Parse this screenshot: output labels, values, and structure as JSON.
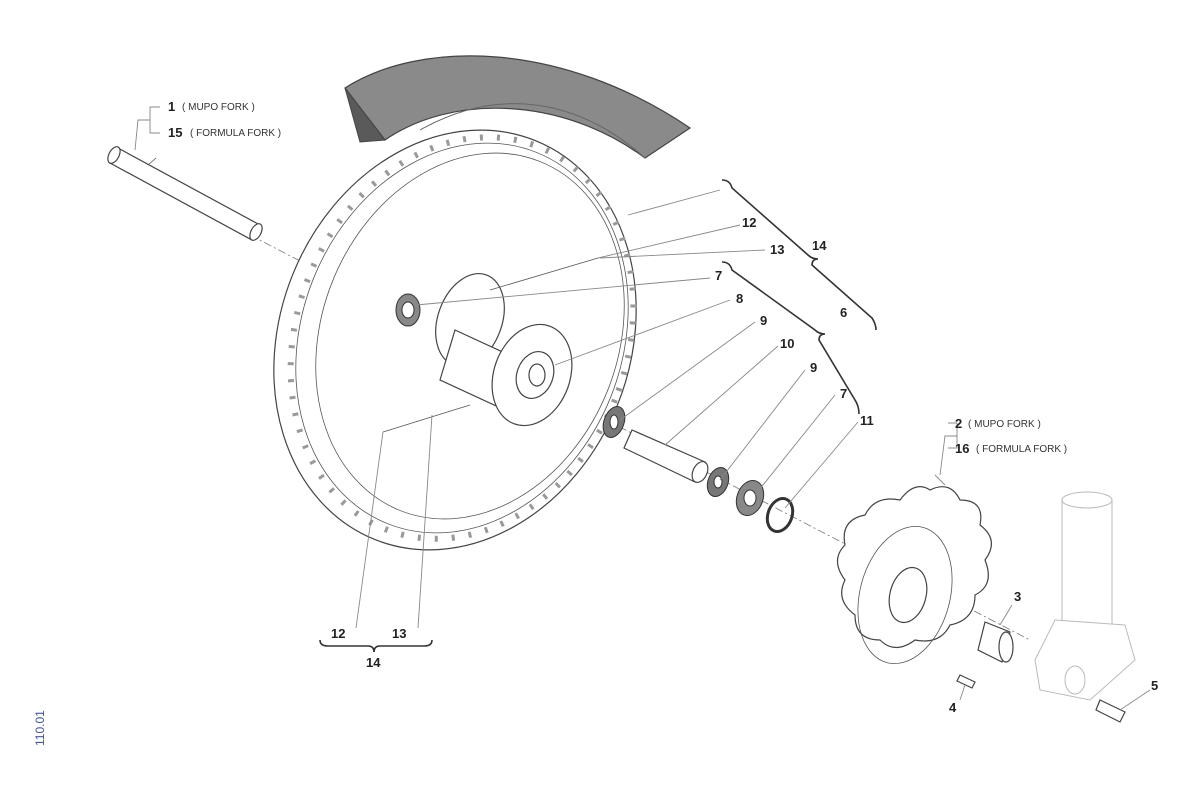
{
  "diagram": {
    "reference": "110.01",
    "callouts": {
      "axle_mupo": {
        "number": "1",
        "note": "( MUPO FORK )"
      },
      "axle_formula": {
        "number": "15",
        "note": "( FORMULA FORK )"
      },
      "disc_mupo": {
        "number": "2",
        "note": "( MUPO FORK )"
      },
      "disc_formula": {
        "number": "16",
        "note": "( FORMULA FORK )"
      },
      "spacer": "3",
      "screw": "4",
      "bolt": "5",
      "hub_group": "6",
      "bearing_a": "7",
      "bearing_b": "7",
      "hub": "8",
      "washer_a": "9",
      "washer_b": "9",
      "inner_spacer": "10",
      "circlip": "11",
      "spoke_top": "12",
      "nipple_top": "13",
      "wheel_group_top": "14",
      "spoke_bottom": "12",
      "nipple_bottom": "13",
      "wheel_group_bottom": "14"
    }
  }
}
